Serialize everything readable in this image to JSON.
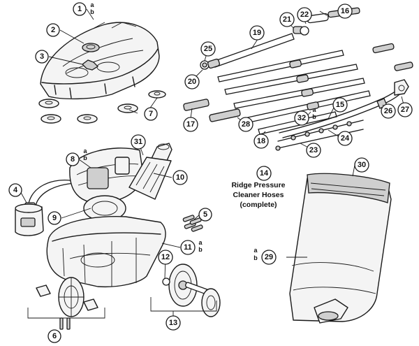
{
  "diagram": {
    "title_lines": [
      "Ridge Pressure",
      "Cleaner Hoses",
      "(complete)"
    ],
    "callouts": [
      {
        "id": "1",
        "label": "1",
        "sub": [
          "a",
          "b"
        ]
      },
      {
        "id": "2",
        "label": "2"
      },
      {
        "id": "3",
        "label": "3"
      },
      {
        "id": "4",
        "label": "4"
      },
      {
        "id": "5",
        "label": "5"
      },
      {
        "id": "6",
        "label": "6"
      },
      {
        "id": "7",
        "label": "7"
      },
      {
        "id": "8",
        "label": "8",
        "sub": [
          "a",
          "b"
        ]
      },
      {
        "id": "9",
        "label": "9"
      },
      {
        "id": "10",
        "label": "10"
      },
      {
        "id": "11",
        "label": "11",
        "sub": [
          "a",
          "b"
        ]
      },
      {
        "id": "12",
        "label": "12"
      },
      {
        "id": "13",
        "label": "13"
      },
      {
        "id": "14",
        "label": "14"
      },
      {
        "id": "15",
        "label": "15"
      },
      {
        "id": "16",
        "label": "16"
      },
      {
        "id": "17",
        "label": "17"
      },
      {
        "id": "18",
        "label": "18"
      },
      {
        "id": "19",
        "label": "19"
      },
      {
        "id": "20",
        "label": "20"
      },
      {
        "id": "21",
        "label": "21"
      },
      {
        "id": "22",
        "label": "22"
      },
      {
        "id": "23",
        "label": "23"
      },
      {
        "id": "24",
        "label": "24"
      },
      {
        "id": "25",
        "label": "25"
      },
      {
        "id": "26",
        "label": "26"
      },
      {
        "id": "27",
        "label": "27"
      },
      {
        "id": "28",
        "label": "28"
      },
      {
        "id": "29",
        "label": "29",
        "sub": [
          "a",
          "b"
        ]
      },
      {
        "id": "30",
        "label": "30"
      },
      {
        "id": "31",
        "label": "31"
      },
      {
        "id": "32",
        "label": "32",
        "sub": [
          "a",
          "b"
        ]
      }
    ]
  }
}
